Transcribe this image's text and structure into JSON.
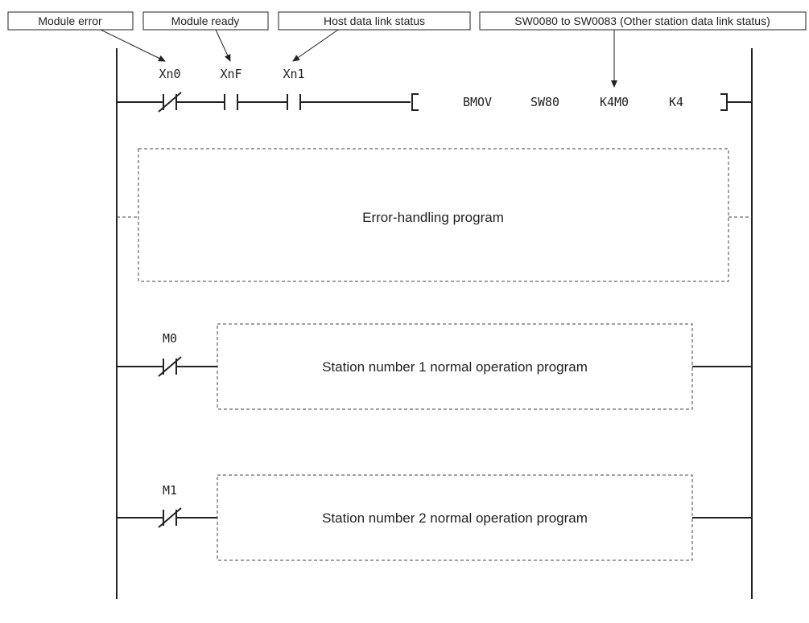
{
  "callouts": {
    "module_error": "Module error",
    "module_ready": "Module ready",
    "host_link": "Host data link status",
    "other_link": "SW0080 to SW0083 (Other station data link status)"
  },
  "contacts": {
    "xn0": "Xn0",
    "xnf": "XnF",
    "xn1": "Xn1",
    "m0": "M0",
    "m1": "M1"
  },
  "instruction": {
    "op": "BMOV",
    "src": "SW80",
    "dst": "K4M0",
    "n": "K4"
  },
  "programs": {
    "error": "Error-handling program",
    "station1": "Station number 1 normal operation program",
    "station2": "Station number 2 normal operation program"
  }
}
